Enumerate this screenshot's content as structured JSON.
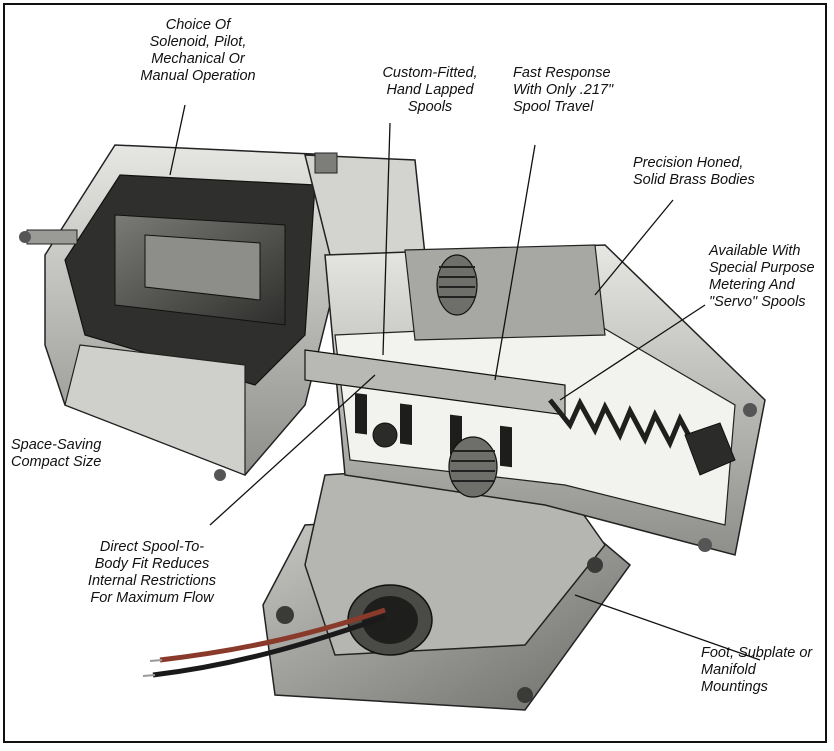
{
  "labels": {
    "operation": "Choice Of\nSolenoid, Pilot,\nMechanical Or\nManual Operation",
    "spools": "Custom-Fitted,\nHand Lapped\nSpools",
    "response": "Fast Response\nWith Only .217\"\nSpool Travel",
    "bodies": "Precision Honed,\nSolid Brass Bodies",
    "special": "Available With\nSpecial Purpose\nMetering And\n\"Servo\" Spools",
    "compact": "Space-Saving\nCompact Size",
    "direct_fit": "Direct Spool-To-\nBody Fit Reduces\nInternal Restrictions\nFor Maximum Flow",
    "mountings": "Foot, Subplate or\nManifold\nMountings"
  },
  "colors": {
    "ink": "#111111",
    "body_light": "#d9d9d6",
    "body_mid": "#a9a9a5",
    "body_dark": "#5a5a58",
    "cut_face": "#f2f2ef",
    "wire_red": "#8a3a2a"
  }
}
